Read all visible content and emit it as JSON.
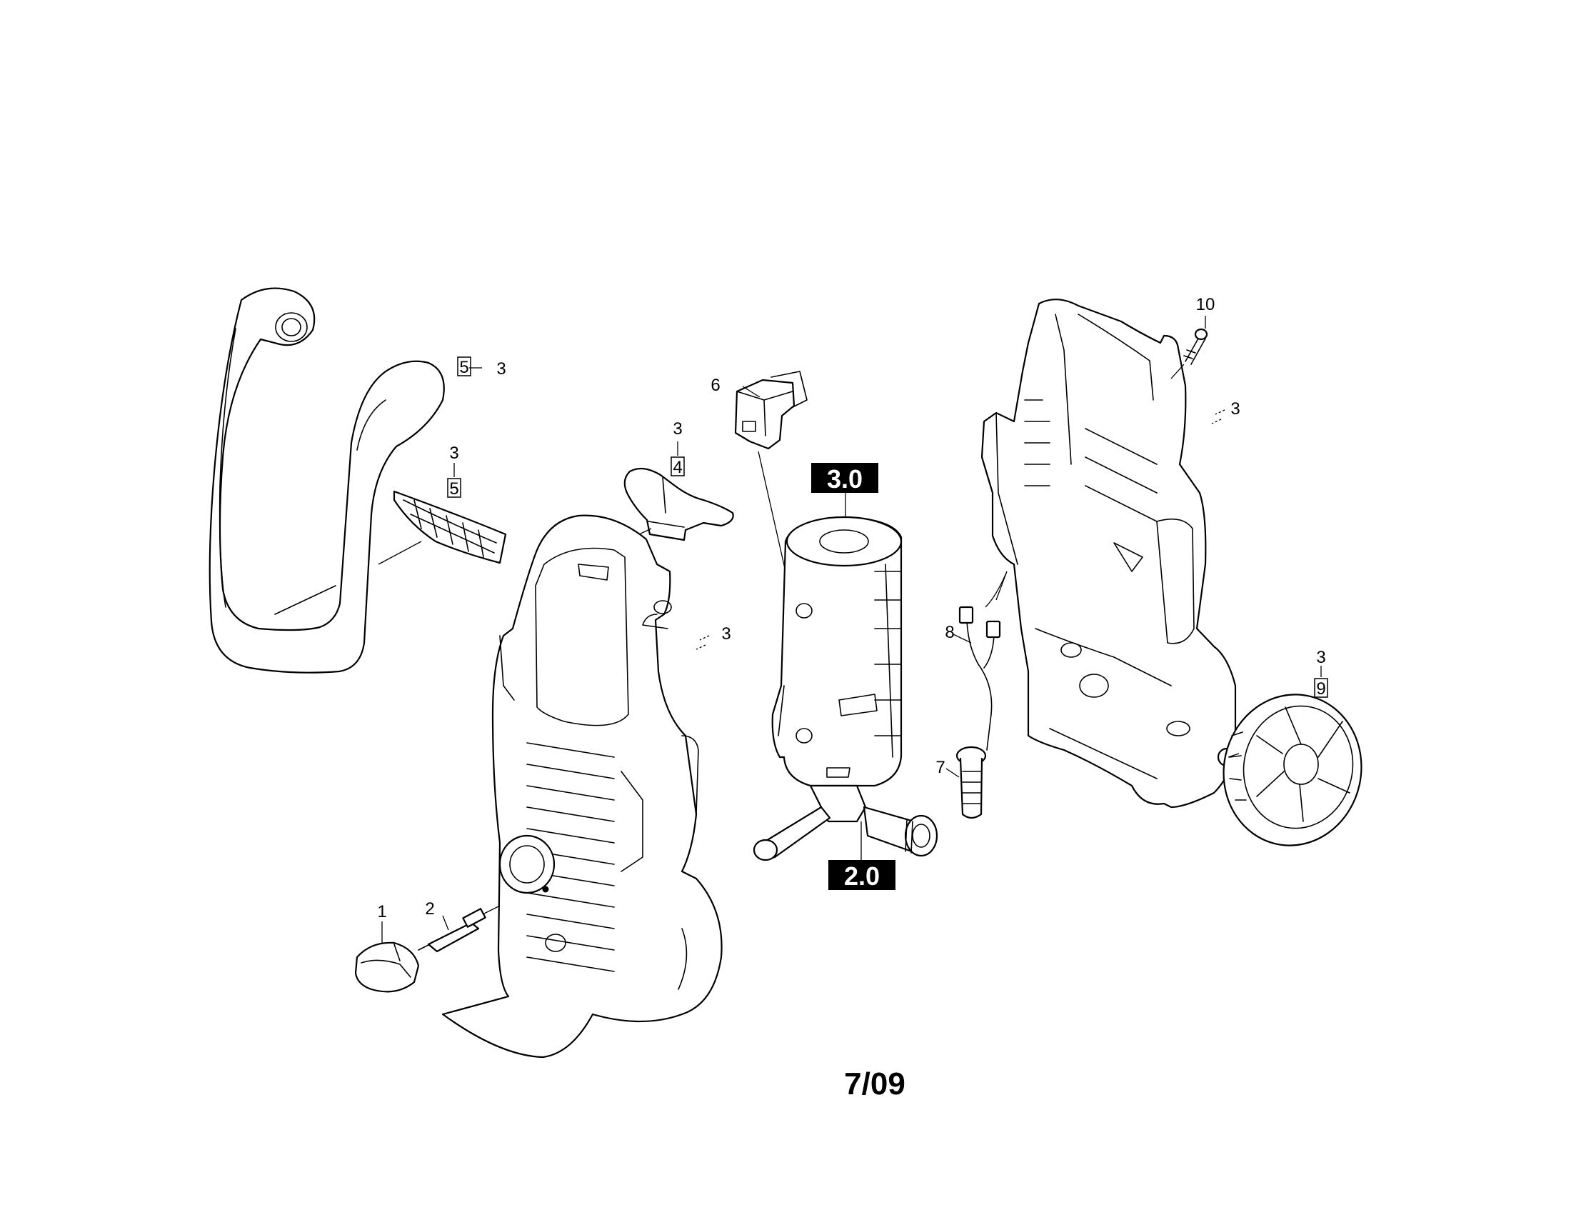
{
  "diagram": {
    "footer_code": "7/09",
    "assembly_refs": [
      "3.0",
      "2.0"
    ],
    "callouts": {
      "p1": "1",
      "p2": "2",
      "p3_hood": "3",
      "p3_badge": "3",
      "p3_cover": "3",
      "p3_front": "3",
      "p3_rear": "3",
      "p3_wheel": "3",
      "p6": "6",
      "p7": "7",
      "p8": "8",
      "p10": "10"
    },
    "boxed_refs": {
      "hood": "5",
      "badge": "5",
      "cover": "4",
      "wheel": "9"
    }
  }
}
